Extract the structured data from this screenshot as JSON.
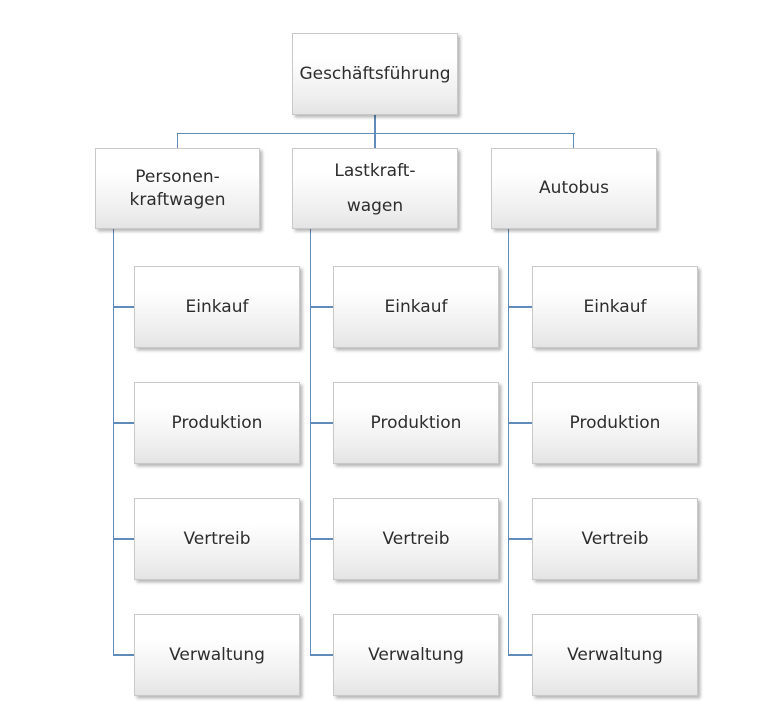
{
  "diagram": {
    "type": "org-chart",
    "root": {
      "label": "Geschäftsführung"
    },
    "groups": [
      {
        "parent": {
          "label": "Personen-\nkraftwagen"
        },
        "children": [
          "Einkauf",
          "Produktion",
          "Vertreib",
          "Verwaltung"
        ]
      },
      {
        "parent": {
          "label": "Lastkraft-\nwagen"
        },
        "children": [
          "Einkauf",
          "Produktion",
          "Vertreib",
          "Verwaltung"
        ]
      },
      {
        "parent": {
          "label": "Autobus"
        },
        "children": [
          "Einkauf",
          "Produktion",
          "Vertreib",
          "Verwaltung"
        ]
      }
    ],
    "colors": {
      "connector": "#5f8cba",
      "node_border": "#c9c9c9",
      "node_fill_top": "#ffffff",
      "node_fill_mid": "#ededed",
      "node_fill_bottom": "#e4e4e4",
      "text": "#2d2d2d",
      "background": "#ffffff"
    }
  }
}
